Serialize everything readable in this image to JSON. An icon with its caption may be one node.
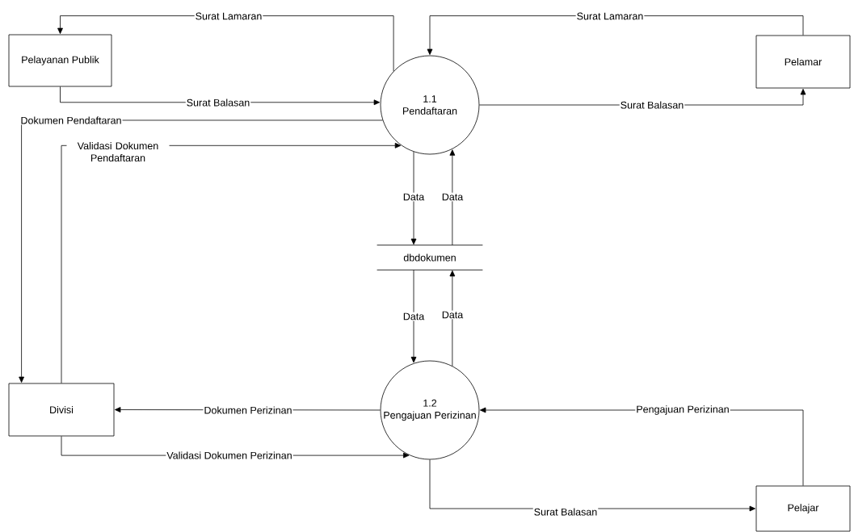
{
  "diagram": {
    "nodes": [
      {
        "text": [
          "Pelayanan Publik"
        ]
      },
      {
        "text": [
          "1.1",
          "Pendaftaran"
        ]
      },
      {
        "text": [
          "Pelamar"
        ]
      },
      {
        "text": [
          "dbdokumen"
        ]
      },
      {
        "text": [
          "Divisi"
        ]
      },
      {
        "text": [
          "1.2",
          "Pengajuan Perizinan"
        ]
      },
      {
        "text": [
          "Pelajar"
        ]
      }
    ],
    "edges": [
      {
        "from": 1,
        "to": 0,
        "arrow": "to",
        "label": "Surat Lamaran"
      },
      {
        "from": 0,
        "to": 1,
        "arrow": "to",
        "label": "Surat Balasan"
      },
      {
        "from": 1,
        "to": 4,
        "arrow": "to",
        "label": "Dokumen Pendaftaran"
      },
      {
        "from": 4,
        "to": 1,
        "arrow": "to",
        "label": "Validasi Dokumen Pendaftaran"
      },
      {
        "from": 2,
        "to": 1,
        "arrow": "to",
        "label": "Surat Lamaran"
      },
      {
        "from": 1,
        "to": 2,
        "arrow": "to",
        "label": "Surat Balasan"
      },
      {
        "from": 1,
        "to": 3,
        "arrow": "to",
        "label": "Data"
      },
      {
        "from": 3,
        "to": 1,
        "arrow": "to",
        "label": "Data"
      },
      {
        "from": 3,
        "to": 5,
        "arrow": "to",
        "label": "Data"
      },
      {
        "from": 5,
        "to": 3,
        "arrow": "to",
        "label": "Data"
      },
      {
        "from": 5,
        "to": 4,
        "arrow": "to",
        "label": "Dokumen Perizinan"
      },
      {
        "from": 4,
        "to": 5,
        "arrow": "to",
        "label": "Validasi Dokumen Perizinan"
      },
      {
        "from": 6,
        "to": 5,
        "arrow": "to",
        "label": "Pengajuan Perizinan"
      },
      {
        "from": 5,
        "to": 6,
        "arrow": "to",
        "label": "Surat Balasan"
      }
    ]
  }
}
